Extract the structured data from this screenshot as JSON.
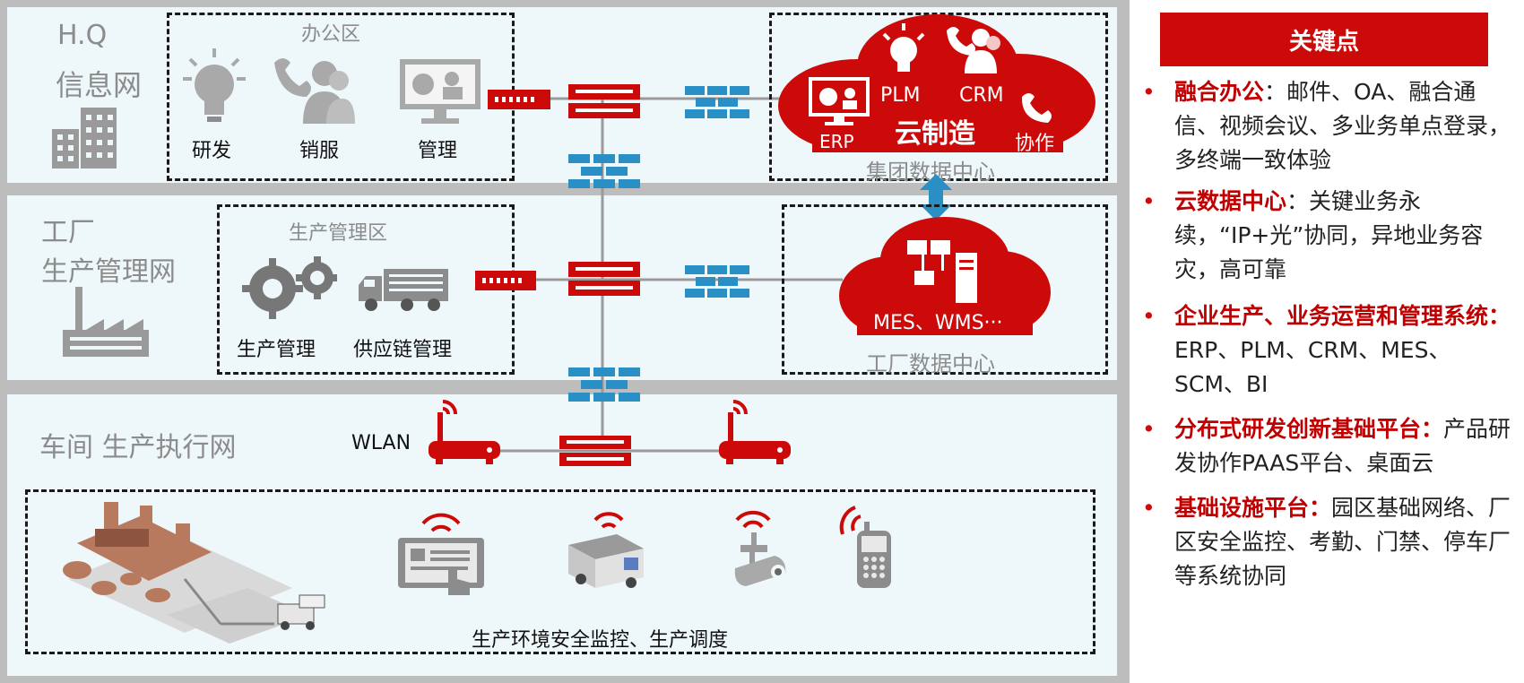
{
  "zones": {
    "hq": {
      "title_line1": "H.Q",
      "title_line2": "信息网",
      "office_area": "办公区",
      "rd": "研发",
      "sales": "销服",
      "mgmt": "管理"
    },
    "factory": {
      "title_line1": "工厂",
      "title_line2": "生产管理网",
      "area": "生产管理区",
      "prod_mgmt": "生产管理",
      "supply_chain": "供应链管理"
    },
    "workshop": {
      "title": "车间  生产执行网",
      "wlan": "WLAN",
      "caption": "生产环境安全监控、生产调度"
    }
  },
  "group_dc": {
    "label": "集团数据中心",
    "plm": "PLM",
    "crm": "CRM",
    "erp": "ERP",
    "cloud": "云制造",
    "collab": "协作"
  },
  "factory_dc": {
    "label": "工厂数据中心",
    "systems": "MES、WMS···"
  },
  "colors": {
    "red": "#cc0a0a",
    "gray": "#8c8c8c",
    "blue": "#2a8fc4",
    "band": "#eef7fa",
    "frame": "#bdbdbd"
  },
  "key_points": {
    "title": "关键点",
    "items": [
      {
        "title": "融合办公",
        "sep": "：",
        "text": "邮件、OA、融合通信、视频会议、多业务单点登录，多终端一致体验"
      },
      {
        "title": "云数据中心",
        "sep": "：",
        "text": "关键业务永续，“IP+光”协同，异地业务容灾，高可靠"
      },
      {
        "title": "企业生产、业务运营和管理系统：",
        "sep": "",
        "text": "ERP、PLM、CRM、MES、SCM、BI"
      },
      {
        "title": "分布式研发创新基础平台：",
        "sep": "",
        "text": "产品研发协作PAAS平台、桌面云"
      },
      {
        "title": "基础设施平台：",
        "sep": "",
        "text": "园区基础网络、厂区安全监控、考勤、门禁、停车厂等系统协同"
      }
    ]
  }
}
